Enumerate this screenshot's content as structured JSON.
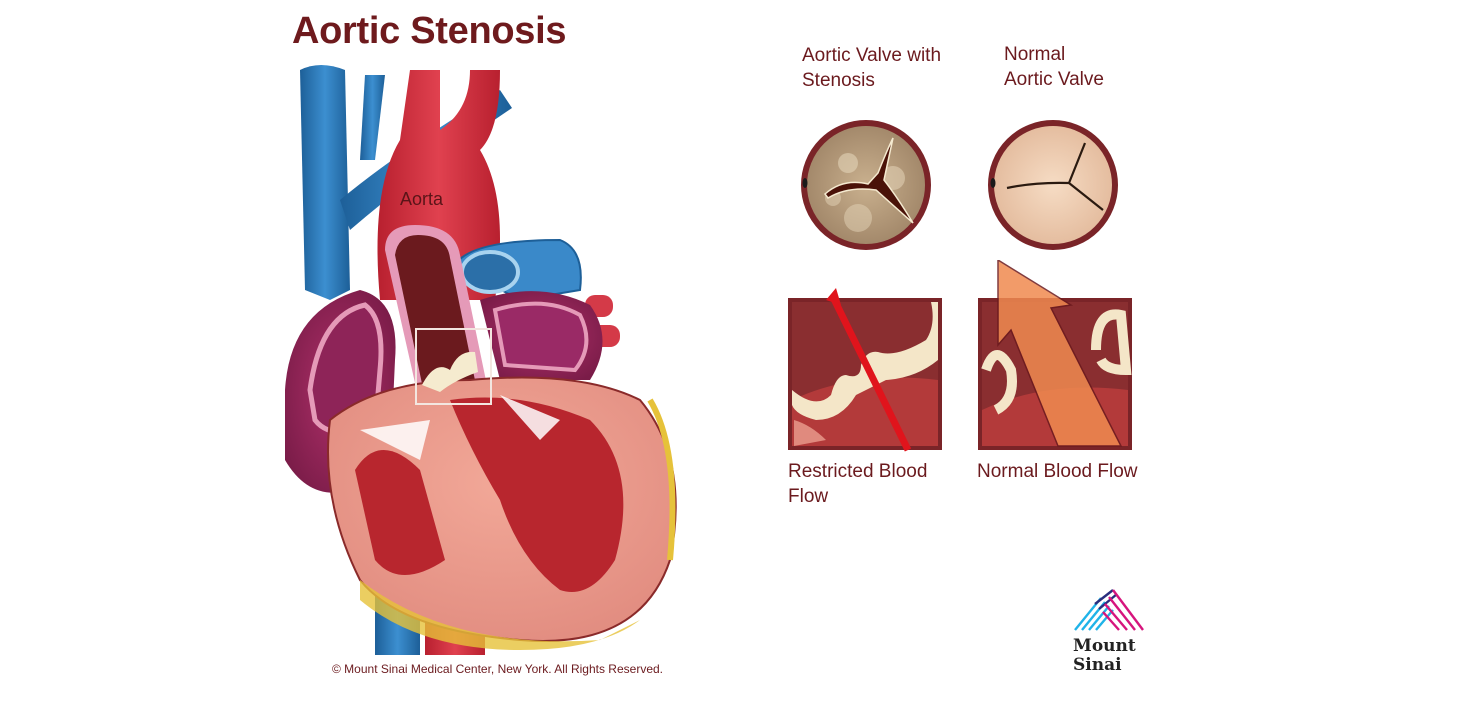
{
  "title": "Aortic Stenosis",
  "heart_illustration": {
    "aorta_label": "Aorta",
    "highlight_box": "aortic-valve-region"
  },
  "valve_panels": [
    {
      "label_line1": "Aortic Valve with",
      "label_line2": "Stenosis",
      "state": "stenotic"
    },
    {
      "label_line1": "Normal",
      "label_line2": "Aortic Valve",
      "state": "normal"
    }
  ],
  "flow_panels": [
    {
      "label_line1": "Restricted Blood",
      "label_line2": "Flow",
      "arrow_color": "#e0141c"
    },
    {
      "label_line1": "Normal Blood Flow",
      "label_line2": "",
      "arrow_color": "#f08a50"
    }
  ],
  "logo": {
    "line1": "Mount",
    "line2": "Sinai",
    "colors": [
      "#1fb3e8",
      "#2a2e7d",
      "#d6157d"
    ]
  },
  "copyright": "© Mount Sinai Medical Center, New York.  All Rights Reserved.",
  "colors": {
    "title": "#6e1a1d",
    "frame": "#7a2428",
    "vein": "#2e7fbf",
    "artery": "#d42f3f"
  }
}
